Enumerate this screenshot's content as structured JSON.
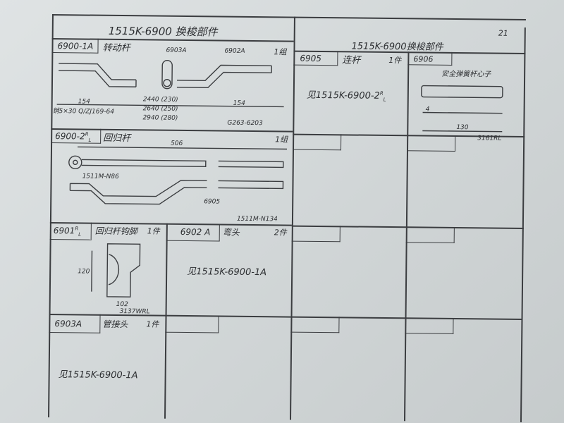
{
  "page_number": "21",
  "left": {
    "title": "1515K-6900 换梭部件",
    "cells": [
      {
        "code": "6900-1A",
        "name": "转动杆",
        "qty": "1组",
        "labels": [
          "6903A",
          "6902A",
          "154",
          "154",
          "2440 (230)",
          "2640 (250)",
          "2940 (280)",
          "销5×30 Q/ZJ169-64",
          "G263-6203"
        ]
      },
      {
        "code": "6900-2",
        "code_sup": "R",
        "code_sub": "L",
        "name": "回归杆",
        "qty": "1组",
        "labels": [
          "506",
          "1511M-N86",
          "6905",
          "1511M-N134"
        ]
      },
      {
        "code": "6901",
        "code_sup": "R",
        "code_sub": "L",
        "name": "回归杆钩脚",
        "qty": "1件",
        "labels": [
          "120",
          "102",
          "3137WRL"
        ]
      },
      {
        "code": "6902 A",
        "name": "弯头",
        "qty": "2件",
        "ref": "见1515K-6900-1A"
      },
      {
        "code": "6903A",
        "name": "管接头",
        "qty": "1件",
        "ref": "见1515K-6900-1A"
      }
    ]
  },
  "right": {
    "title": "1515K-6900换梭部件",
    "cells": [
      {
        "code": "6905",
        "name": "连杆",
        "qty": "1件",
        "ref": "见1515K-6900-2",
        "ref_sup": "R",
        "ref_sub": "L"
      },
      {
        "code": "6906",
        "name": "安全弹簧杆心子",
        "labels": [
          "4",
          "130",
          "3161RL"
        ]
      }
    ]
  }
}
